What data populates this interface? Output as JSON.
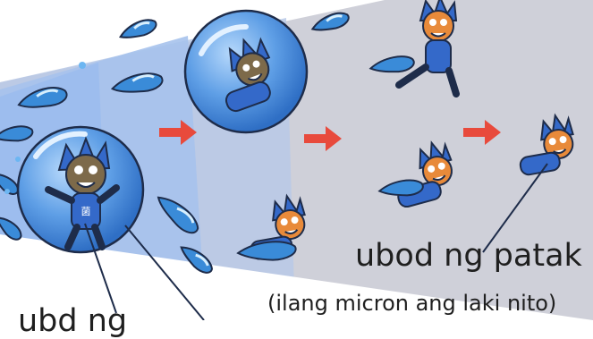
{
  "labels": {
    "core": "ubod ng patak",
    "core_size": "(ilang micron ang laki nito)",
    "left_cut": "ubd ng"
  },
  "bacteria_mark": "菌",
  "colors": {
    "spray_beam": "#a9c1e8",
    "spray_beam_far": "#c9ccd8",
    "droplet_fill": "#3a8bd8",
    "droplet_highlight": "#d7eefc",
    "bubble": "#4f8fe0",
    "arrow": "#e84a3c",
    "germ_body": "#3469c9",
    "germ_face": "#7d6a4a",
    "outline": "#1e2c4a"
  },
  "icons": [
    "droplet-icon",
    "bubble-icon",
    "germ-icon",
    "arrow-right-icon"
  ]
}
